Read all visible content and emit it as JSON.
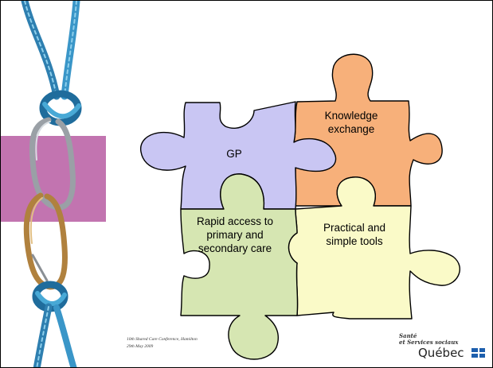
{
  "pieces": {
    "knowledge_exchange": {
      "line1": "Knowledge",
      "line2": "exchange",
      "color": "#f7b07a"
    },
    "gp": {
      "label": "GP",
      "color": "#c9c6f3"
    },
    "rapid_access": {
      "line1": "Rapid access to",
      "line2": "primary and",
      "line3": "secondary care",
      "color": "#d6e6b2"
    },
    "practical_tools": {
      "line1": "Practical and",
      "line2": "simple tools",
      "color": "#fafac8"
    }
  },
  "footer": {
    "conference": "10th Shared Care Conference, Hamilton",
    "date": "29th May 2009"
  },
  "logo": {
    "line1": "Santé",
    "line2": "et Services sociaux",
    "name": "Québec"
  },
  "colors": {
    "band": "#c274b0",
    "rope": "#3a8fc0",
    "flag": "#1d5fad"
  }
}
